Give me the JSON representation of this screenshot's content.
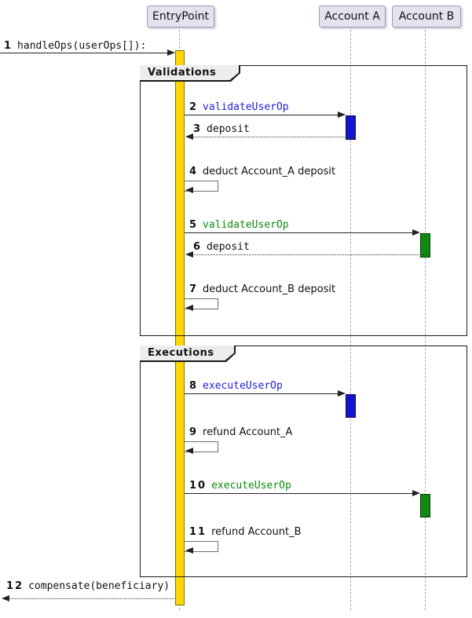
{
  "participants": [
    {
      "label": "EntryPoint"
    },
    {
      "label": "Account A"
    },
    {
      "label": "Account B"
    }
  ],
  "frames": [
    {
      "label": "Validations"
    },
    {
      "label": "Executions"
    }
  ],
  "messages": [
    {
      "num": "1",
      "label": "handleOps(userOps[]):"
    },
    {
      "num": "2",
      "label": "validateUserOp"
    },
    {
      "num": "3",
      "label": "deposit"
    },
    {
      "num": "4",
      "label": "deduct Account_A deposit"
    },
    {
      "num": "5",
      "label": "validateUserOp"
    },
    {
      "num": "6",
      "label": "deposit"
    },
    {
      "num": "7",
      "label": "deduct Account_B deposit"
    },
    {
      "num": "8",
      "label": "executeUserOp"
    },
    {
      "num": "9",
      "label": "refund Account_A"
    },
    {
      "num": "10",
      "label": "executeUserOp"
    },
    {
      "num": "11",
      "label": "refund Account_B"
    },
    {
      "num": "12",
      "label": "compensate(beneficiary)"
    }
  ],
  "colors": {
    "participant_fill": "#E2E2F0",
    "participant_border": "#9A9AB8",
    "activation_entrypoint": "#FFD700",
    "activation_account_a": "#1414CC",
    "activation_account_b": "#0E8A12",
    "method_blue": "#2020D8",
    "method_green": "#0E8A0E",
    "frame_border": "#181818",
    "lifeline": "#ABABAB"
  }
}
